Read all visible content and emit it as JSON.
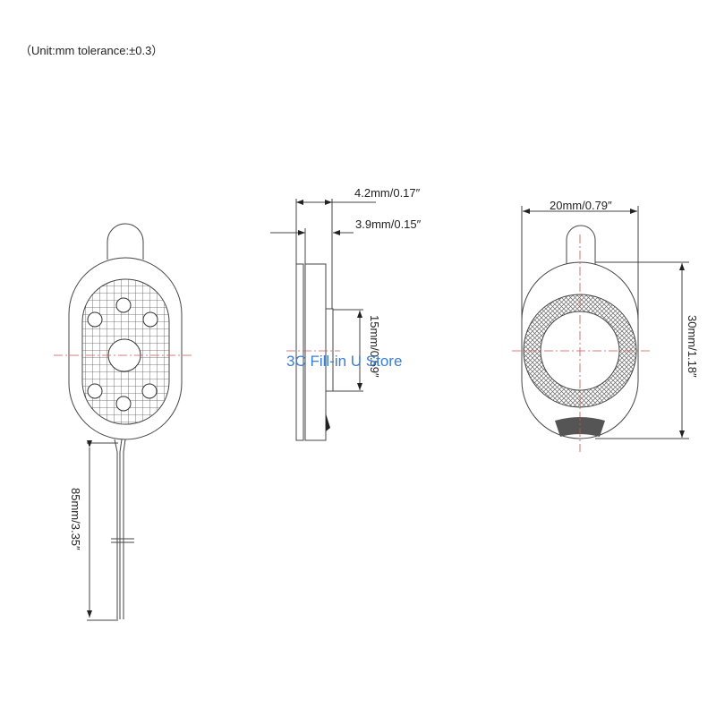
{
  "header": {
    "units_note": "（Unit:mm    tolerance:±0.3）"
  },
  "front_view": {
    "cable_length": "85mm/3.35″"
  },
  "side_view": {
    "total_thickness": "4.2mm/0.17″",
    "body_thickness": "3.9mm/0.15″",
    "magnet_diameter": "15mm/0.59″"
  },
  "back_view": {
    "width": "20mm/0.79″",
    "height": "30mm/1.18″"
  },
  "watermark": {
    "text": "3C Fill-in U Store",
    "color": "#3a7fd5"
  },
  "colors": {
    "line": "#444444",
    "centerline": "#cc5555",
    "background": "#ffffff"
  }
}
